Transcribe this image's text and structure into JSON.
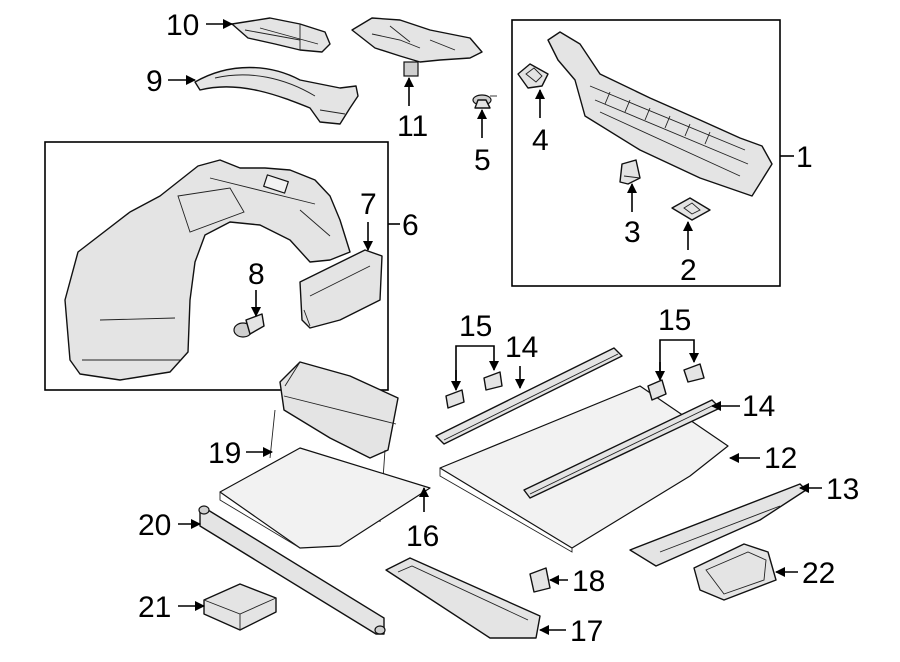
{
  "callouts": {
    "c1": "1",
    "c2": "2",
    "c3": "3",
    "c4": "4",
    "c5": "5",
    "c6": "6",
    "c7": "7",
    "c8": "8",
    "c9": "9",
    "c10": "10",
    "c11": "11",
    "c12": "12",
    "c13": "13",
    "c14a": "14",
    "c14b": "14",
    "c15a": "15",
    "c15b": "15",
    "c16": "16",
    "c17": "17",
    "c18": "18",
    "c19": "19",
    "c20": "20",
    "c21": "21",
    "c22": "22"
  }
}
